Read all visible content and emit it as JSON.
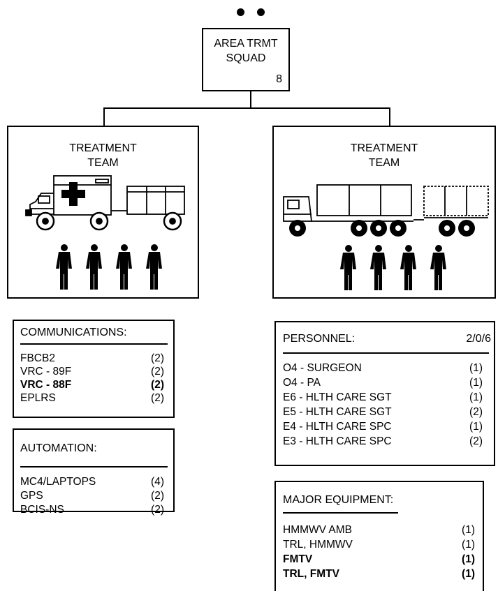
{
  "squad": {
    "line1": "AREA TRMT",
    "line2": "SQUAD",
    "count": "8"
  },
  "left_team": {
    "line1": "TREATMENT",
    "line2": "TEAM"
  },
  "right_team": {
    "line1": "TREATMENT",
    "line2": "TEAM"
  },
  "communications": {
    "heading": "COMMUNICATIONS:",
    "items": [
      {
        "name": "FBCB2",
        "qty": "(2)"
      },
      {
        "name": "VRC - 89F",
        "qty": "(2)"
      },
      {
        "name": "VRC - 88F",
        "qty": "(2)"
      },
      {
        "name": "EPLRS",
        "qty": "(2)"
      }
    ]
  },
  "automation": {
    "heading": "AUTOMATION:",
    "items": [
      {
        "name": "MC4/LAPTOPS",
        "qty": "(4)"
      },
      {
        "name": "GPS",
        "qty": "(2)"
      },
      {
        "name": "BCIS-NS",
        "qty": "(2)"
      }
    ]
  },
  "personnel": {
    "heading": "PERSONNEL:",
    "total": "2/0/6",
    "items": [
      {
        "name": "O4 - SURGEON",
        "qty": "(1)"
      },
      {
        "name": "O4 - PA",
        "qty": "(1)"
      },
      {
        "name": "E6 - HLTH CARE SGT",
        "qty": "(1)"
      },
      {
        "name": "E5 - HLTH CARE SGT",
        "qty": "(2)"
      },
      {
        "name": "E4 - HLTH CARE SPC",
        "qty": "(1)"
      },
      {
        "name": "E3 - HLTH CARE SPC",
        "qty": "(2)"
      }
    ]
  },
  "major_equipment": {
    "heading": "MAJOR EQUIPMENT:",
    "items": [
      {
        "name": "HMMWV AMB",
        "qty": "(1)"
      },
      {
        "name": "TRL, HMMWV",
        "qty": "(1)"
      },
      {
        "name": "FMTV",
        "qty": "(1)"
      },
      {
        "name": "TRL, FMTV",
        "qty": "(1)"
      }
    ]
  }
}
